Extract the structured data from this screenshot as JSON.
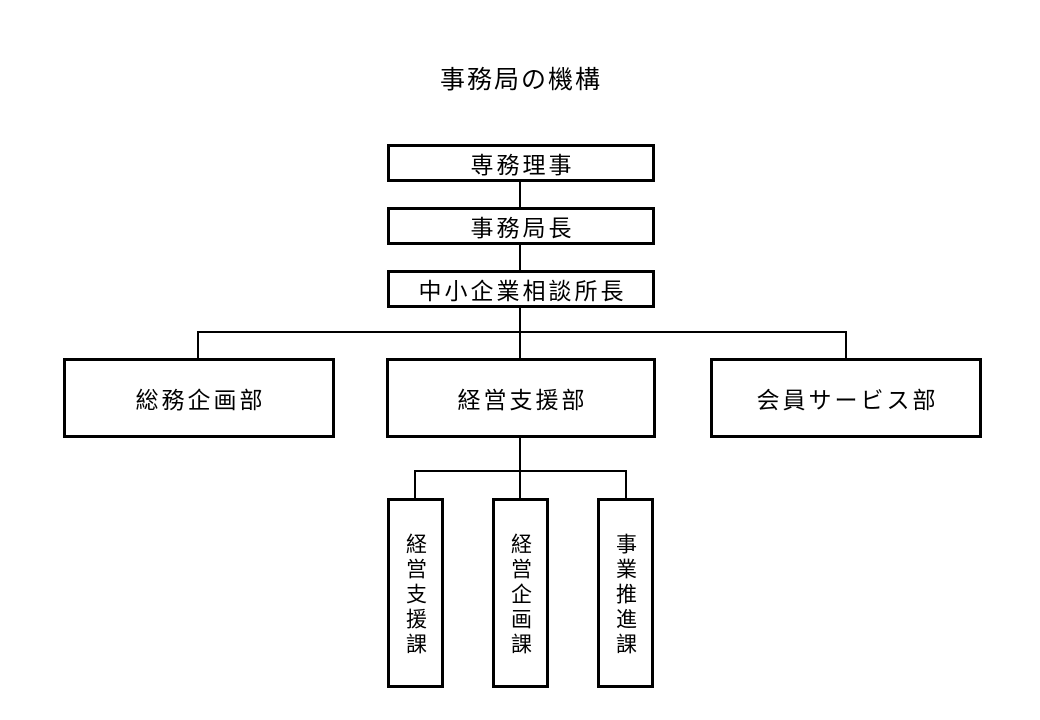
{
  "title": "事務局の機構",
  "colors": {
    "line": "#000000",
    "background": "#ffffff",
    "box_background": "#ffffff",
    "text": "#000000"
  },
  "org": {
    "level1": {
      "label": "専務理事"
    },
    "level2": {
      "label": "事務局長"
    },
    "level3": {
      "label": "中小企業相談所長"
    },
    "departments": [
      {
        "label": "総務企画部"
      },
      {
        "label": "経営支援部"
      },
      {
        "label": "会員サービス部"
      }
    ],
    "sections_parent": "経営支援部",
    "sections": [
      {
        "label": "経営支援課"
      },
      {
        "label": "経営企画課"
      },
      {
        "label": "事業推進課"
      }
    ]
  }
}
